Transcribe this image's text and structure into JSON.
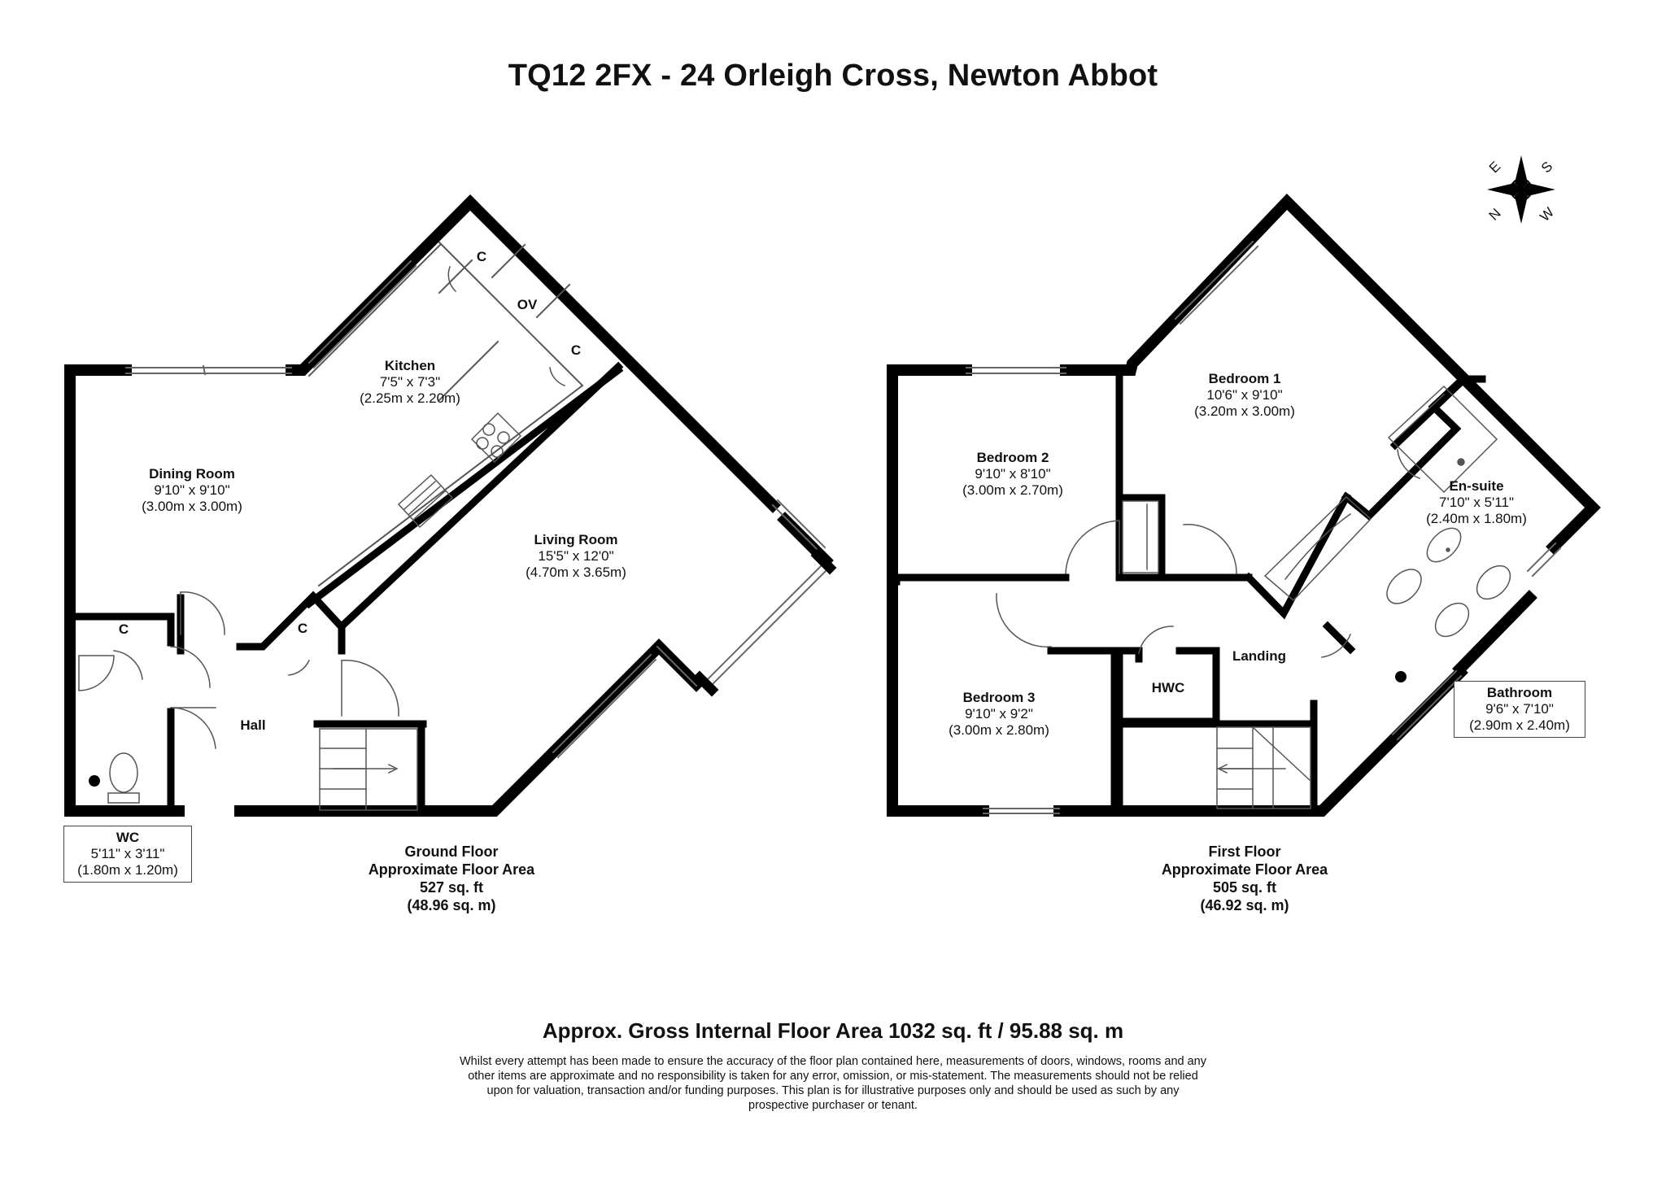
{
  "title": "TQ12 2FX - 24 Orleigh Cross, Newton Abbot",
  "compass": {
    "letters": [
      "E",
      "S",
      "W",
      "N"
    ]
  },
  "ground_floor": {
    "rooms": {
      "kitchen": {
        "name": "Kitchen",
        "imperial": "7'5\" x 7'3\"",
        "metric": "(2.25m x 2.20m)"
      },
      "dining": {
        "name": "Dining Room",
        "imperial": "9'10\" x 9'10\"",
        "metric": "(3.00m x 3.00m)"
      },
      "living": {
        "name": "Living Room",
        "imperial": "15'5\" x 12'0\"",
        "metric": "(4.70m x 3.65m)"
      },
      "hall": {
        "name": "Hall"
      },
      "wc": {
        "name": "WC",
        "imperial": "5'11\" x 3'11\"",
        "metric": "(1.80m x 1.20m)"
      }
    },
    "fixtures": {
      "cupboard": "C",
      "oven": "OV"
    },
    "area": {
      "line1": "Ground Floor",
      "line2": "Approximate Floor Area",
      "sqft": "527 sq. ft",
      "sqm": "(48.96 sq. m)"
    }
  },
  "first_floor": {
    "rooms": {
      "bedroom1": {
        "name": "Bedroom 1",
        "imperial": "10'6\" x 9'10\"",
        "metric": "(3.20m x 3.00m)"
      },
      "bedroom2": {
        "name": "Bedroom 2",
        "imperial": "9'10\" x 8'10\"",
        "metric": "(3.00m x 2.70m)"
      },
      "bedroom3": {
        "name": "Bedroom 3",
        "imperial": "9'10\" x 9'2\"",
        "metric": "(3.00m x 2.80m)"
      },
      "ensuite": {
        "name": "En-suite",
        "imperial": "7'10\" x 5'11\"",
        "metric": "(2.40m x 1.80m)"
      },
      "bathroom": {
        "name": "Bathroom",
        "imperial": "9'6\" x 7'10\"",
        "metric": "(2.90m x 2.40m)"
      },
      "landing": {
        "name": "Landing"
      },
      "hwc": {
        "name": "HWC"
      }
    },
    "area": {
      "line1": "First Floor",
      "line2": "Approximate Floor Area",
      "sqft": "505 sq. ft",
      "sqm": "(46.92 sq. m)"
    }
  },
  "gross_area": "Approx. Gross Internal Floor Area 1032 sq. ft / 95.88 sq. m",
  "disclaimer": "Whilst every attempt has been made to ensure the accuracy of the floor plan contained here, measurements of doors, windows, rooms and any other items are approximate and no responsibility is taken for any error, omission, or mis-statement. The measurements should not be relied upon for valuation, transaction and/or funding purposes. This plan is for illustrative purposes only and should be used as such by any prospective purchaser or tenant.",
  "colors": {
    "wall": "#000000",
    "fixture_line": "#555555",
    "background": "#ffffff"
  }
}
